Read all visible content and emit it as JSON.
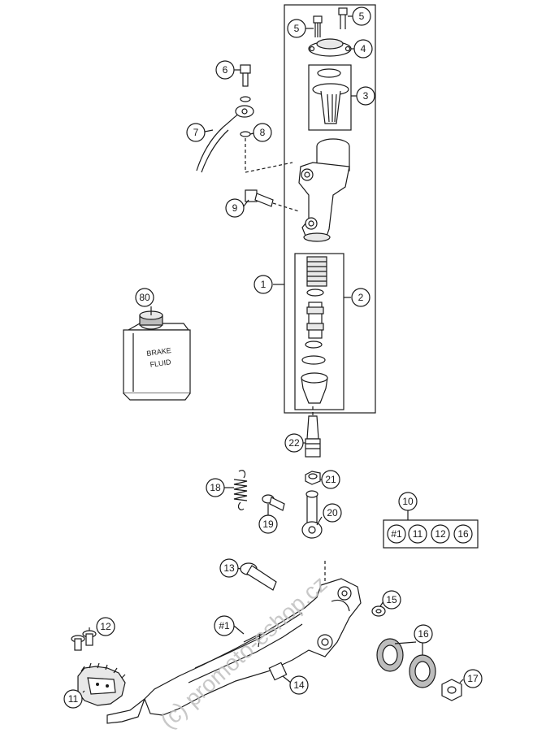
{
  "callouts": [
    {
      "id": "c5a",
      "label": "5"
    },
    {
      "id": "c5b",
      "label": "5"
    },
    {
      "id": "c4",
      "label": "4"
    },
    {
      "id": "c3",
      "label": "3"
    },
    {
      "id": "c6",
      "label": "6"
    },
    {
      "id": "c7",
      "label": "7"
    },
    {
      "id": "c8",
      "label": "8"
    },
    {
      "id": "c9",
      "label": "9"
    },
    {
      "id": "c1",
      "label": "1"
    },
    {
      "id": "c2",
      "label": "2"
    },
    {
      "id": "c80",
      "label": "80"
    },
    {
      "id": "c22",
      "label": "22"
    },
    {
      "id": "c18",
      "label": "18"
    },
    {
      "id": "c21",
      "label": "21"
    },
    {
      "id": "c19",
      "label": "19"
    },
    {
      "id": "c20",
      "label": "20"
    },
    {
      "id": "c10",
      "label": "10"
    },
    {
      "id": "c13",
      "label": "13"
    },
    {
      "id": "c15",
      "label": "15"
    },
    {
      "id": "c12",
      "label": "12"
    },
    {
      "id": "c1h",
      "label": "#1"
    },
    {
      "id": "c16",
      "label": "16"
    },
    {
      "id": "c17",
      "label": "17"
    },
    {
      "id": "c14",
      "label": "14"
    },
    {
      "id": "c11",
      "label": "11"
    }
  ],
  "kit": {
    "items": [
      "#1",
      "11",
      "12",
      "16"
    ]
  },
  "fluid_can": {
    "line1": "BRAKE",
    "line2": "FLUID"
  },
  "watermark": "(c) promoto-eshop.cz"
}
